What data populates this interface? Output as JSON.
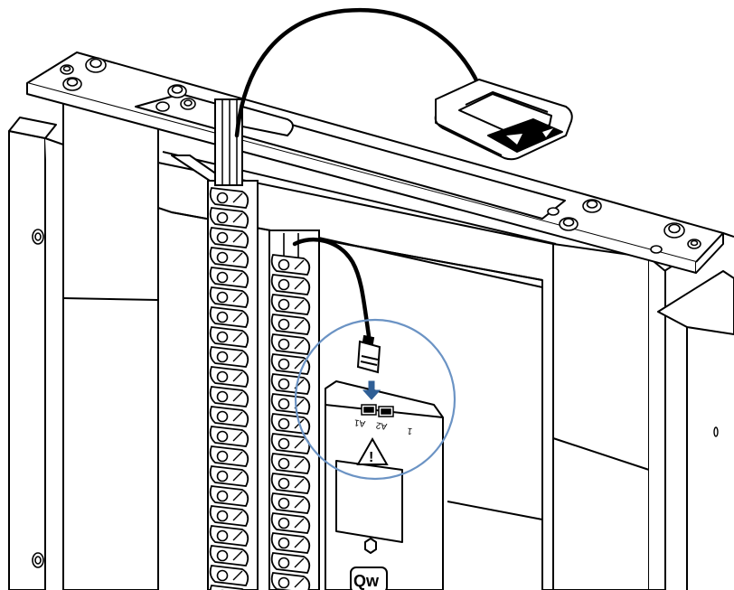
{
  "control_box": {
    "port_label_a1": "A1",
    "port_label_a2": "A2",
    "port_label_1": "1",
    "brand_logo": "Qw",
    "warning_symbol": "!"
  },
  "colors": {
    "line": "#000000",
    "background": "#ffffff",
    "highlight_circle": "#6b93c4",
    "arrow": "#2f5f96"
  },
  "icons": [
    "up-arrow-icon",
    "down-arrow-icon",
    "warning-icon",
    "insert-arrow-icon"
  ]
}
